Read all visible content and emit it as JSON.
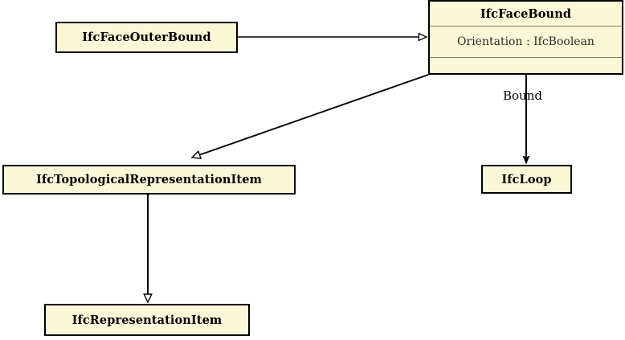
{
  "diagram": {
    "type": "uml-class-diagram",
    "background_color": "#ffffff",
    "node_fill_color": "#fbf8d8",
    "node_border_color": "#000000",
    "separator_color": "#8a8560",
    "edge_color": "#000000"
  },
  "nodes": {
    "ifcfacebound": {
      "name": "IfcFaceBound",
      "attributes": [
        "Orientation : IfcBoolean"
      ],
      "operations": []
    },
    "ifcfaceouterbound": {
      "name": "IfcFaceOuterBound"
    },
    "ifctopologicalrepresentationitem": {
      "name": "IfcTopologicalRepresentationItem"
    },
    "ifcrepresentationitem": {
      "name": "IfcRepresentationItem"
    },
    "ifcloop": {
      "name": "IfcLoop"
    }
  },
  "edges": [
    {
      "id": "gen-outerbound-to-facebound",
      "from": "ifcfaceouterbound",
      "to": "ifcfacebound",
      "kind": "generalization",
      "arrowhead": "hollow-triangle",
      "label": ""
    },
    {
      "id": "gen-facebound-to-topological",
      "from": "ifcfacebound",
      "to": "ifctopologicalrepresentationitem",
      "kind": "generalization",
      "arrowhead": "hollow-triangle",
      "label": ""
    },
    {
      "id": "gen-topological-to-representationitem",
      "from": "ifctopologicalrepresentationitem",
      "to": "ifcrepresentationitem",
      "kind": "generalization",
      "arrowhead": "hollow-triangle",
      "label": ""
    },
    {
      "id": "assoc-facebound-to-loop",
      "from": "ifcfacebound",
      "to": "ifcloop",
      "kind": "association",
      "arrowhead": "solid-arrow",
      "label": "Bound"
    }
  ],
  "labels": {
    "bound": "Bound"
  }
}
